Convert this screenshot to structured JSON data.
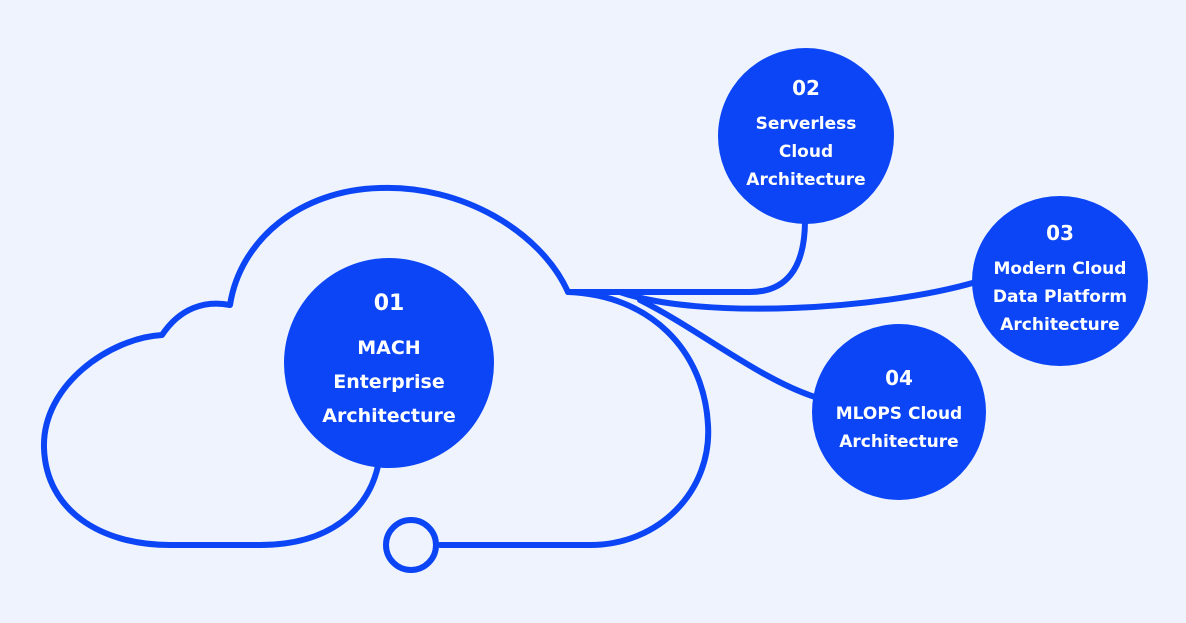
{
  "colors": {
    "background": "#eef3fd",
    "accent": "#0b45f5",
    "text_on_accent": "#ffffff"
  },
  "nodes": [
    {
      "number": "01",
      "label": "MACH\nEnterprise\nArchitecture"
    },
    {
      "number": "02",
      "label": "Serverless\nCloud\nArchitecture"
    },
    {
      "number": "03",
      "label": "Modern Cloud\nData Platform\nArchitecture"
    },
    {
      "number": "04",
      "label": "MLOPS Cloud\nArchitecture"
    }
  ]
}
